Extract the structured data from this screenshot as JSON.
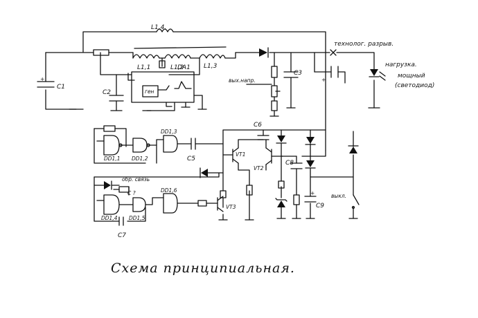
{
  "labels": {
    "L14": "L1,4.",
    "L11": "L1,1",
    "L12": "L1,2",
    "L13": "L1,3",
    "DA1": "DA1",
    "C1": "C1",
    "C2": "C2",
    "C3": "C3",
    "tehn": "технолог. разрыв.",
    "load1": "нагрузка.",
    "load2": "мощный",
    "load3": "(светодиод)",
    "vyhnapr": "вых.напр.",
    "plus": "+",
    "gen": "ген",
    "C6": "C6",
    "DD13": "DD1,3",
    "DD11": "DD1,1",
    "DD12": "DD1,2",
    "C5": "C5",
    "VT1": "VT1",
    "VT2": "VT2",
    "C8": "C8",
    "obr": "обр. связь",
    "DD16": "DD1,6",
    "C9": "C9",
    "vykl": "выкл.",
    "VT3": "VT3",
    "DD14": "DD1,4",
    "DD15": "DD1,5",
    "C7": "C7",
    "Cq": "C ?",
    "title": "Схема принципиальная."
  }
}
